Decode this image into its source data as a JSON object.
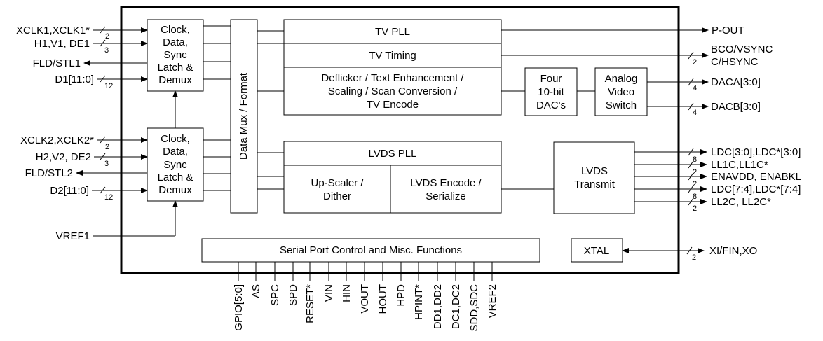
{
  "blocks": {
    "latch1": [
      "Clock,",
      "Data,",
      "Sync",
      "Latch &",
      "Demux"
    ],
    "latch2": [
      "Clock,",
      "Data,",
      "Sync",
      "Latch &",
      "Demux"
    ],
    "data_mux": "Data Mux / Format",
    "tv_pll": "TV PLL",
    "tv_timing": "TV Timing",
    "tv_encode": [
      "Deflicker / Text Enhancement /",
      "Scaling / Scan Conversion /",
      "TV Encode"
    ],
    "dacs": [
      "Four",
      "10-bit",
      "DAC's"
    ],
    "analog_switch": [
      "Analog",
      "Video",
      "Switch"
    ],
    "lvds_pll": "LVDS PLL",
    "upscaler": [
      "Up-Scaler /",
      "Dither"
    ],
    "lvds_encode": [
      "LVDS Encode /",
      "Serialize"
    ],
    "lvds_transmit": [
      "LVDS",
      "Transmit"
    ],
    "serial_port": "Serial Port Control and Misc. Functions",
    "xtal": "XTAL"
  },
  "left_signals": {
    "xclk1": "XCLK1,XCLK1*",
    "h1v1": "H1,V1, DE1",
    "fld1": "FLD/STL1",
    "d1": "D1[11:0]",
    "xclk2": "XCLK2,XCLK2*",
    "h2v2": "H2,V2, DE2",
    "fld2": "FLD/STL2",
    "d2": "D2[11:0]",
    "vref1": "VREF1"
  },
  "right_signals": {
    "pout": "P-OUT",
    "bco_vsync": "BCO/VSYNC",
    "c_hsync": "C/HSYNC",
    "daca": "DACA[3:0]",
    "dacb": "DACB[3:0]",
    "ldc30": "LDC[3:0],LDC*[3:0]",
    "ll1c": "LL1C,LL1C*",
    "enavdd": "ENAVDD, ENABKL",
    "ldc74": "LDC[7:4],LDC*[7:4]",
    "ll2c": "LL2C, LL2C*",
    "xi": "XI/FIN,XO"
  },
  "bottom_signals": [
    "GPIO[5:0]",
    "AS",
    "SPC",
    "SPD",
    "RESET*",
    "VIN",
    "HIN",
    "VOUT",
    "HOUT",
    "HPD",
    "HPINT*",
    "DD1,DD2",
    "DC1,DC2",
    "SDD,SDC",
    "VREF2"
  ],
  "bus_widths": {
    "xclk1": "2",
    "h1v1": "3",
    "d1": "12",
    "xclk2": "2",
    "h2v2": "3",
    "d2": "12",
    "bco": "2",
    "daca": "4",
    "dacb": "4",
    "ldc30": "8",
    "ll1c": "2",
    "enavdd": "2",
    "ldc74": "8",
    "ll2c": "2",
    "xi": "2"
  }
}
